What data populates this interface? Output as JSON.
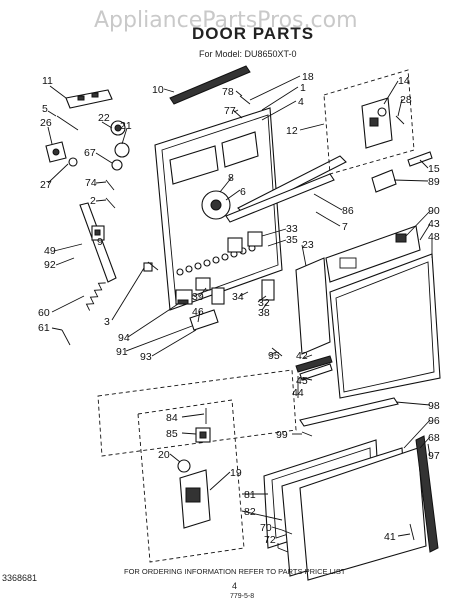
{
  "watermark": "AppliancePartsPros.com",
  "title": "DOOR PARTS",
  "subtitle": "For Model: DU8650XT-0",
  "footer": "FOR ORDERING INFORMATION REFER TO PARTS PRICE LIST",
  "page_number": "4",
  "code_left": "3368681",
  "code_bottom": "779-5-8",
  "callouts": {
    "c11": "11",
    "c5": "5",
    "c26": "26",
    "c27": "27",
    "c22": "22",
    "c21": "21",
    "c67": "67",
    "c74": "74",
    "c2": "2",
    "c9": "9",
    "c49": "49",
    "c92": "92",
    "c60": "60",
    "c61": "61",
    "c3": "3",
    "c10": "10",
    "c78": "78",
    "c77": "77",
    "c18": "18",
    "c1": "1",
    "c4": "4",
    "c12": "12",
    "c8": "8",
    "c6": "6",
    "c86": "86",
    "c7": "7",
    "c14": "14",
    "c28": "28",
    "c15": "15",
    "c89": "89",
    "c90": "90",
    "c43": "43",
    "c48": "48",
    "c33": "33",
    "c35": "35",
    "c23": "23",
    "c39": "39",
    "c34": "34",
    "c32": "32",
    "c38": "38",
    "c46": "46",
    "c94": "94",
    "c91": "91",
    "c93": "93",
    "c95": "95",
    "c42": "42",
    "c45": "45",
    "c44": "44",
    "c98": "98",
    "c96": "96",
    "c68": "68",
    "c97": "97",
    "c99": "99",
    "c84": "84",
    "c85": "85",
    "c20": "20",
    "c19": "19",
    "c81": "81",
    "c82": "82",
    "c70": "70",
    "c72": "72",
    "c41": "41"
  }
}
